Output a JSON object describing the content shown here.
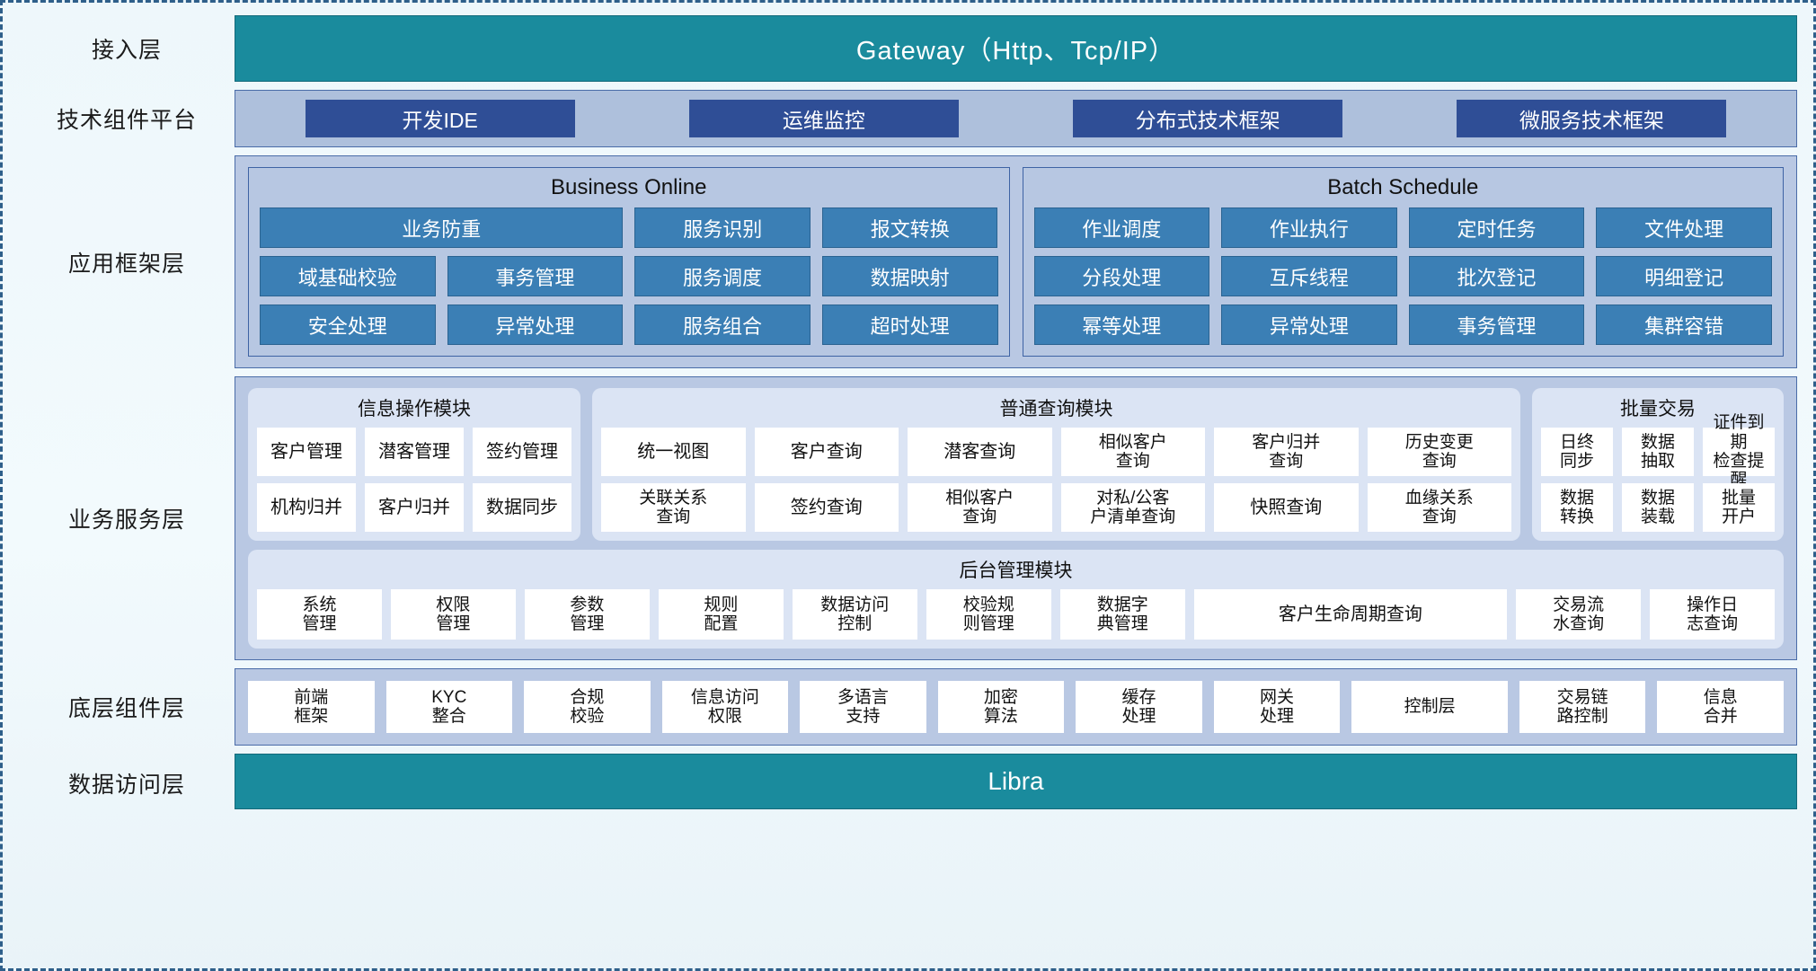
{
  "diagram": {
    "title_hidden": "",
    "colors": {
      "teal": "#1a8b9d",
      "dark_blue_chip": "#2f4e96",
      "mid_blue_cell": "#3b7fb5",
      "band_blue": "#b9c8e3",
      "card_blue": "#dbe4f4",
      "white_cell": "#ffffff"
    }
  },
  "layers": {
    "access": {
      "label": "接入层",
      "gateway": "Gateway（Http、Tcp/IP）"
    },
    "tech_platform": {
      "label": "技术组件平台",
      "items": [
        "开发IDE",
        "运维监控",
        "分布式技术框架",
        "微服务技术框架"
      ]
    },
    "app_framework": {
      "label": "应用框架层",
      "groups": [
        {
          "title": "Business Online",
          "rows": [
            [
              "业务防重",
              "服务识别",
              "报文转换"
            ],
            [
              "域基础校验",
              "事务管理",
              "服务调度",
              "数据映射"
            ],
            [
              "安全处理",
              "异常处理",
              "服务组合",
              "超时处理"
            ]
          ]
        },
        {
          "title": "Batch Schedule",
          "rows": [
            [
              "作业调度",
              "作业执行",
              "定时任务",
              "文件处理"
            ],
            [
              "分段处理",
              "互斥线程",
              "批次登记",
              "明细登记"
            ],
            [
              "幂等处理",
              "异常处理",
              "事务管理",
              "集群容错"
            ]
          ]
        }
      ]
    },
    "business_service": {
      "label": "业务服务层",
      "modules": [
        {
          "title": "信息操作模块",
          "rows": [
            [
              "客户管理",
              "潜客管理",
              "签约管理"
            ],
            [
              "机构归并",
              "客户归并",
              "数据同步"
            ]
          ]
        },
        {
          "title": "普通查询模块",
          "rows": [
            [
              "统一视图",
              "客户查询",
              "潜客查询",
              "相似客户\n查询",
              "客户归并\n查询",
              "历史变更\n查询"
            ],
            [
              "关联关系\n查询",
              "签约查询",
              "相似客户\n查询",
              "对私/公客\n户清单查询",
              "快照查询",
              "血缘关系\n查询"
            ]
          ]
        },
        {
          "title": "批量交易",
          "rows": [
            [
              "日终\n同步",
              "数据\n抽取",
              "证件到期\n检查提醒"
            ],
            [
              "数据\n转换",
              "数据\n装载",
              "批量\n开户"
            ]
          ]
        }
      ],
      "backend_module": {
        "title": "后台管理模块",
        "items": [
          "系统\n管理",
          "权限\n管理",
          "参数\n管理",
          "规则\n配置",
          "数据访问\n控制",
          "校验规\n则管理",
          "数据字\n典管理",
          "客户生命周期查询",
          "交易流\n水查询",
          "操作日\n志查询"
        ]
      }
    },
    "bottom_components": {
      "label": "底层组件层",
      "items": [
        "前端\n框架",
        "KYC\n整合",
        "合规\n校验",
        "信息访问\n权限",
        "多语言\n支持",
        "加密\n算法",
        "缓存\n处理",
        "网关\n处理",
        "控制层",
        "交易链\n路控制",
        "信息\n合并"
      ]
    },
    "data_access": {
      "label": "数据访问层",
      "title": "Libra"
    }
  }
}
